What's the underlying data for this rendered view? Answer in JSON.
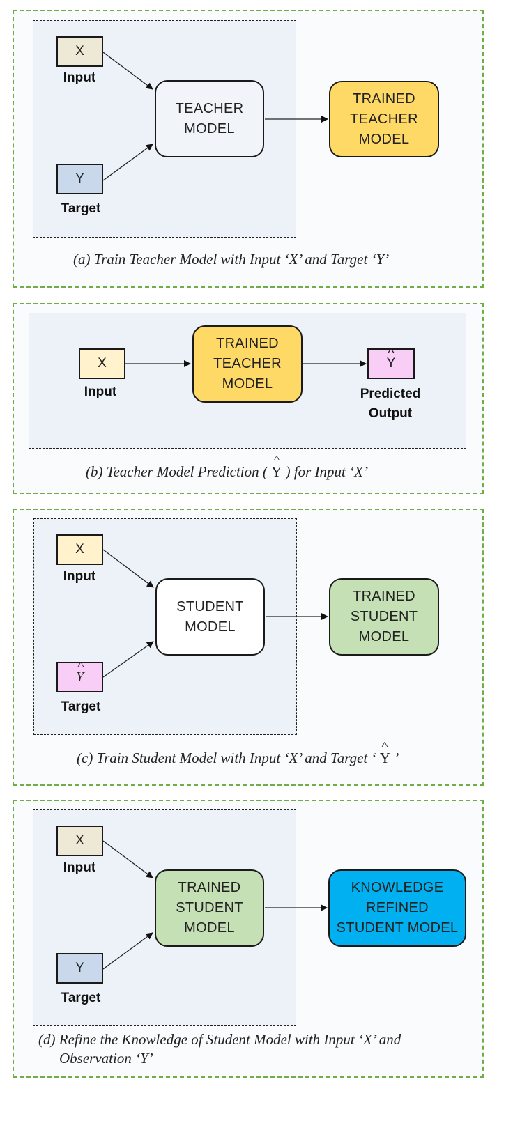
{
  "colors": {
    "panel_border": "#70ad47",
    "input_x_fill": "#ede9d6",
    "input_x_fill_light": "#fff2cc",
    "target_y_fill": "#cad8ec",
    "yhat_fill": "#f8cef6",
    "trained_teacher_fill": "#ffd966",
    "trained_student_fill": "#c5e0b4",
    "knowledge_fill": "#00b0f0",
    "model_fill": "#ffffff"
  },
  "panel_a": {
    "x_box": "X",
    "x_label": "Input",
    "y_box": "Y",
    "y_label": "Target",
    "model": "TEACHER\nMODEL",
    "output": "TRAINED\nTEACHER\nMODEL",
    "caption": "(a) Train Teacher Model with Input ‘X’ and Target ‘Y’"
  },
  "panel_b": {
    "x_box": "X",
    "x_label": "Input",
    "model": "TRAINED\nTEACHER\nMODEL",
    "yhat_box": "Y",
    "yhat_label": "Predicted\nOutput",
    "caption_pre": "(b) Teacher Model Prediction (",
    "caption_sym": "Y",
    "caption_post": ") for Input ‘X’"
  },
  "panel_c": {
    "x_box": "X",
    "x_label": "Input",
    "yhat_box": "Y",
    "y_label": "Target",
    "model": "STUDENT\nMODEL",
    "output": "TRAINED\nSTUDENT\nMODEL",
    "caption_pre": "(c) Train Student Model with Input ‘X’ and Target ‘",
    "caption_sym": "Y",
    "caption_post": "’"
  },
  "panel_d": {
    "x_box": "X",
    "x_label": "Input",
    "y_box": "Y",
    "y_label": "Target",
    "model": "TRAINED\nSTUDENT\nMODEL",
    "output": "KNOWLEDGE\nREFINED\nSTUDENT MODEL",
    "caption_line1": "(d) Refine the Knowledge of Student Model with Input ‘X’ and",
    "caption_line2": "Observation ‘Y’"
  }
}
